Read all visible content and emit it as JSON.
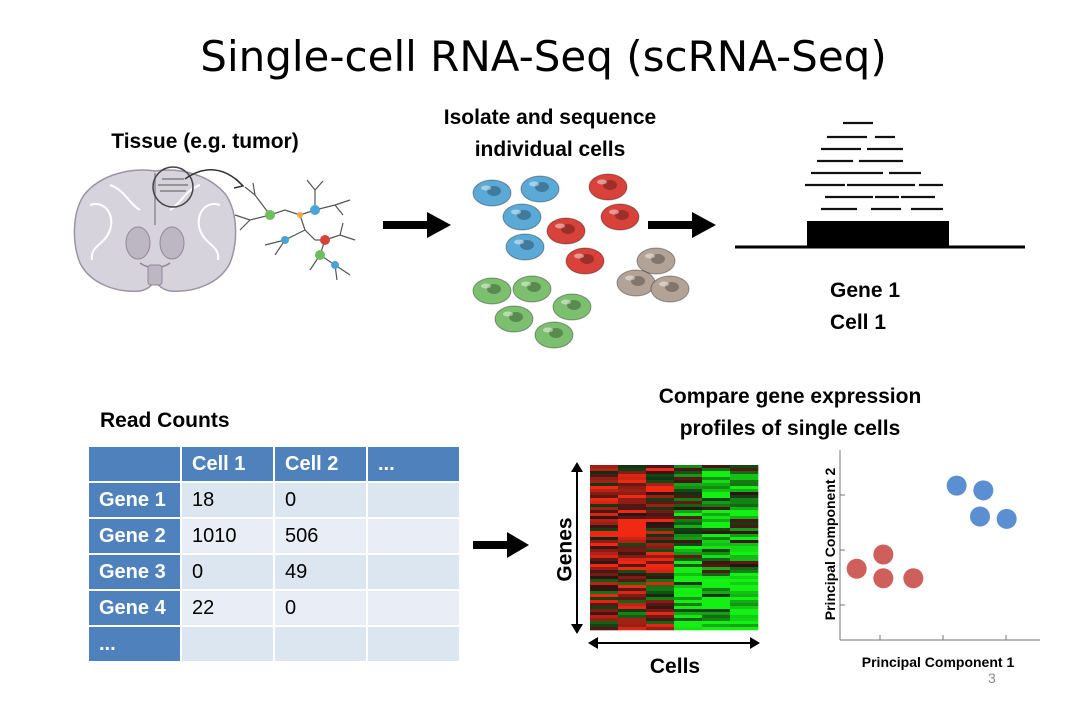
{
  "title": "Single-cell RNA-Seq (scRNA-Seq)",
  "labels": {
    "tissue": "Tissue (e.g. tumor)",
    "isolate_line1": "Isolate and sequence",
    "isolate_line2": "individual cells",
    "gene1": "Gene 1",
    "cell1": "Cell 1",
    "read_counts": "Read Counts",
    "compare_line1": "Compare gene expression",
    "compare_line2": "profiles of single cells",
    "genes_axis": "Genes",
    "cells_axis": "Cells",
    "pc1": "Principal Component 1",
    "pc2": "Principal Component 2",
    "slide_number": "3"
  },
  "table": {
    "headers": [
      "",
      "Cell 1",
      "Cell 2",
      "..."
    ],
    "rows": [
      [
        "Gene 1",
        "18",
        "0",
        ""
      ],
      [
        "Gene 2",
        "1010",
        "506",
        ""
      ],
      [
        "Gene 3",
        "0",
        "49",
        ""
      ],
      [
        "Gene 4",
        "22",
        "0",
        ""
      ],
      [
        "...",
        "",
        "",
        ""
      ]
    ]
  },
  "colors": {
    "blue_cell": "#5aa9d6",
    "red_cell": "#d8423a",
    "tan_cell": "#b3a396",
    "green_cell": "#7cbf6e",
    "table_header": "#4f81bd",
    "table_cell": "#dce6f1",
    "pca_blue": "#5b8fd1",
    "pca_red": "#cf5f5a"
  },
  "chart_data": {
    "type": "scatter",
    "xlabel": "Principal Component 1",
    "ylabel": "Principal Component 2",
    "grid": false,
    "series": [
      {
        "color": "#5b8fd1",
        "points": [
          [
            3.5,
            6.5
          ],
          [
            4.3,
            6.3
          ],
          [
            4.2,
            5.2
          ],
          [
            5.0,
            5.1
          ]
        ]
      },
      {
        "color": "#cf5f5a",
        "points": [
          [
            0.5,
            3.0
          ],
          [
            1.3,
            3.6
          ],
          [
            1.3,
            2.6
          ],
          [
            2.2,
            2.6
          ]
        ]
      }
    ],
    "xlim": [
      0,
      6
    ],
    "ylim": [
      0,
      8
    ]
  }
}
